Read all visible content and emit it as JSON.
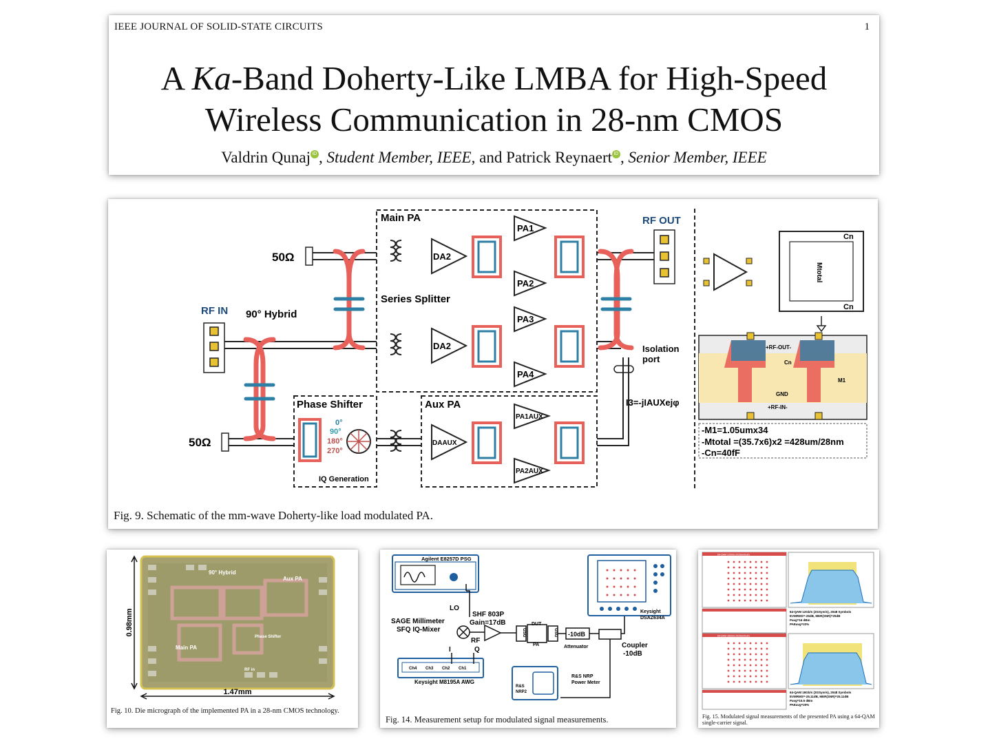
{
  "header": {
    "journal": "IEEE JOURNAL OF SOLID-STATE CIRCUITS",
    "page": "1",
    "title_pre": "A ",
    "title_italic": "Ka",
    "title_line1_rest": "-Band Doherty-Like LMBA for High-Speed",
    "title_line2": "Wireless Communication in 28-nm CMOS",
    "author1": "Valdrin Qunaj",
    "author1_role": "Student Member, IEEE",
    "and": ", and",
    "author2": "Patrick Reynaert",
    "author2_role": "Senior Member, IEEE",
    "orcid_label": "iD"
  },
  "fig9": {
    "caption": "Fig. 9.   Schematic of the mm-wave Doherty-like load modulated PA.",
    "labels": {
      "main_pa": "Main PA",
      "aux_pa": "Aux PA",
      "rf_out": "RF OUT",
      "rf_in": "RF IN",
      "r50_top": "50Ω",
      "r50_bottom": "50Ω",
      "hybrid": "90° Hybrid",
      "series_splitter": "Series Splitter",
      "phase_shifter": "Phase Shifter",
      "iq_generation": "IQ Generation",
      "isolation": "Isolation",
      "port": "port",
      "da2_top": "DA2",
      "da2_mid": "DA2",
      "da_aux": "DAAUX",
      "pa1": "PA1",
      "pa2": "PA2",
      "pa3": "PA3",
      "pa4": "PA4",
      "pa1aux": "PA1AUX",
      "pa2aux": "PA2AUX",
      "deg0": "0°",
      "deg90": "90°",
      "deg180": "180°",
      "deg270": "270°",
      "current": "I3=-jIAUXejφ",
      "cn_top": "Cn",
      "cn_bot": "Cn",
      "mtotal": "Mtotal",
      "rf_out_layout": "+RF-OUT-",
      "rf_in_layout": "+RF-IN-",
      "gnd": "GND",
      "m1": "M1",
      "cn_layout": "Cn",
      "spec1": "-M1=1.05umx34",
      "spec2": "-Mtotal =(35.7x6)x2 =428um/28nm",
      "spec3": "-Cn=40fF"
    },
    "colors": {
      "red": "#e8605a",
      "blue": "#2d7fa6",
      "yellow": "#e9c233",
      "navy": "#1b4a7a"
    }
  },
  "fig10": {
    "caption": "Fig. 10.   Die micrograph of the implemented PA in a 28-nm CMOS technology.",
    "height_label": "0.98mm",
    "width_label": "1.47mm",
    "labels": {
      "hybrid": "90° Hybrid",
      "aux": "Aux PA",
      "main": "Main PA",
      "phase": "Phase Shifter",
      "rfin": "RF in"
    }
  },
  "fig14": {
    "caption": "Fig. 14.   Measurement setup for modulated signal measurements.",
    "psg": "Agilent E8257D PSG",
    "mixer1": "SAGE Millimeter",
    "mixer2": "SFQ IQ-Mixer",
    "lo": "LO",
    "rf": "RF",
    "i": "I",
    "q": "Q",
    "amp1": "SHF 803P",
    "amp2": "Gain=17dB",
    "gsg_left": "GSG",
    "gsg_right": "GSG",
    "dut": "DUT",
    "pa": "PA",
    "atten_val": "-10dB",
    "atten": "Attenuator",
    "scope1": "Keysight",
    "scope2": "DSAZ634A",
    "coupler1": "Coupler",
    "coupler2": "-10dB",
    "awg": "Keysight M8195A AWG",
    "ch": [
      "Ch4",
      "Ch3",
      "Ch2",
      "Ch1"
    ],
    "pm1": "R&S NRP",
    "pm2": "Power Meter",
    "nrp1": "R&S",
    "nrp2": "NRP2"
  },
  "fig15": {
    "caption": "Fig. 15.   Modulated signal measurements of the presented PA using a 64-QAM single-carrier signal.",
    "top_const_title": "64-QAM 12Gb/s (2GSymbols)",
    "top_result": "64-QAM 12Gb/s (2GSym/s), 2048 Symbols",
    "top_evm": "EVMRMS=-25dB, MER(SNR)=25dB",
    "top_pavg": "Pavg=16 dBm",
    "top_pae": "PAEavg=22%",
    "bot_const_title": "64-QAM 18Gb/s (3GSymbols)",
    "bot_result": "64-QAM 18Gb/s (3GSym/s), 2048 Symbols",
    "bot_evm": "EVMRMS=-25.11dB, MER(SNR)=25.11dB",
    "bot_pavg": "Pavg=15.5 dBm",
    "bot_pae": "PAEavg=20%"
  }
}
